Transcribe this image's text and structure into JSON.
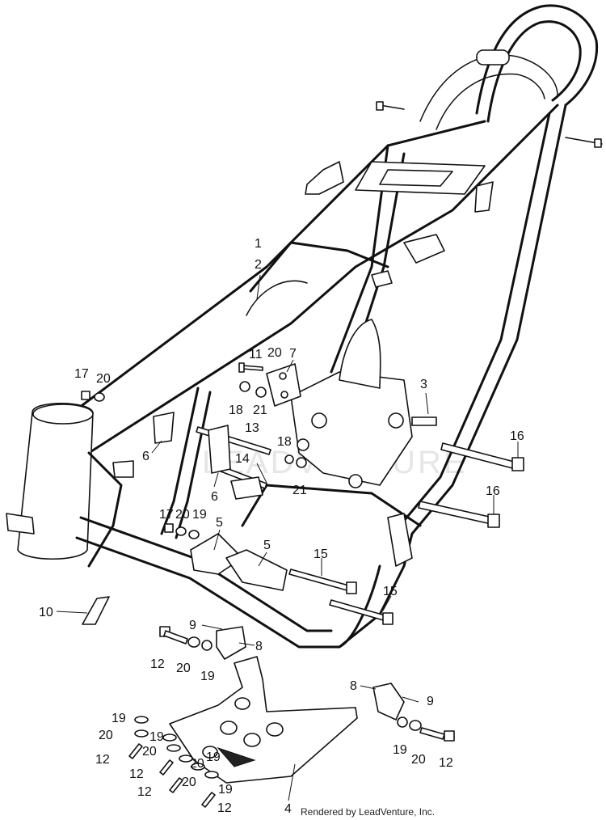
{
  "callouts": {
    "c1": "1",
    "c2": "2",
    "c3": "3",
    "c4": "4",
    "c5a": "5",
    "c5b": "5",
    "c6a": "6",
    "c6b": "6",
    "c7": "7",
    "c8a": "8",
    "c8b": "8",
    "c9a": "9",
    "c9b": "9",
    "c10": "10",
    "c11": "11",
    "c12a": "12",
    "c12b": "12",
    "c12c": "12",
    "c12d": "12",
    "c12e": "12",
    "c12f": "12",
    "c13": "13",
    "c14": "14",
    "c15a": "15",
    "c15b": "15",
    "c16a": "16",
    "c16b": "16",
    "c17a": "17",
    "c17b": "17",
    "c18a": "18",
    "c18b": "18",
    "c19a": "19",
    "c19b": "19",
    "c19c": "19",
    "c19d": "19",
    "c19e": "19",
    "c19f": "19",
    "c19g": "19",
    "c20a": "20",
    "c20b": "20",
    "c20c": "20",
    "c20d": "20",
    "c20e": "20",
    "c20f": "20",
    "c20g": "20",
    "c20h": "20",
    "c20i": "20",
    "c21a": "21",
    "c21b": "21"
  },
  "credit": "Rendered by LeadVenture, Inc.",
  "watermark": "LEADVENTURE"
}
